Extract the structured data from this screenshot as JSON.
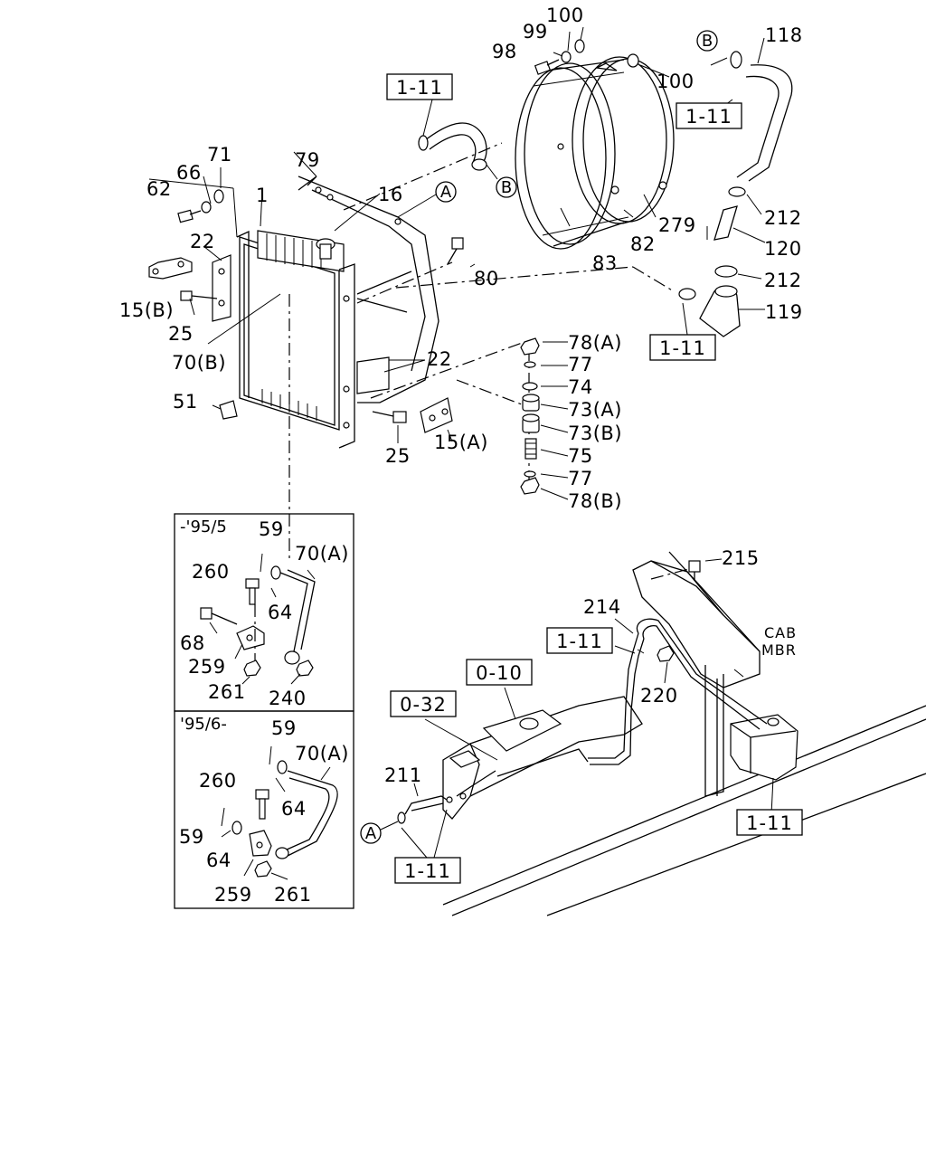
{
  "labels": {
    "p100a": "100",
    "p99": "99",
    "p98": "98",
    "p100b": "100",
    "p118": "118",
    "p71": "71",
    "p66": "66",
    "p62": "62",
    "p79": "79",
    "p1": "1",
    "p16": "16",
    "p22a": "22",
    "p15b": "15(B)",
    "p25a": "25",
    "p70b": "70(B)",
    "p80": "80",
    "p279": "279",
    "p82": "82",
    "p83": "83",
    "p212a": "212",
    "p120": "120",
    "p212b": "212",
    "p119": "119",
    "p78a": "78(A)",
    "p77a": "77",
    "p74": "74",
    "p73a": "73(A)",
    "p73b": "73(B)",
    "p75": "75",
    "p77b": "77",
    "p78b": "78(B)",
    "p22b": "22",
    "p51": "51",
    "p25b": "25",
    "p15a": "15(A)",
    "p215": "215",
    "p214": "214",
    "p220": "220",
    "p211": "211",
    "i1_59": "59",
    "i1_70a": "70(A)",
    "i1_260": "260",
    "i1_64": "64",
    "i1_68": "68",
    "i1_259": "259",
    "i1_261": "261",
    "i1_240": "240",
    "i2_59a": "59",
    "i2_70a": "70(A)",
    "i2_260": "260",
    "i2_64a": "64",
    "i2_59b": "59",
    "i2_64b": "64",
    "i2_259": "259",
    "i2_261": "261"
  },
  "refs": {
    "r1": "1-11",
    "r2": "1-11",
    "r3": "1-11",
    "r4": "1-11",
    "r5": "1-11",
    "r6": "1-11",
    "r7": "0-10",
    "r8": "0-32"
  },
  "callouts": {
    "a": "A",
    "b": "B"
  },
  "insets": {
    "top_caption": "-'95/5",
    "bottom_caption": "'95/6-"
  },
  "cab_label": {
    "line1": "CAB",
    "line2": "MBR"
  }
}
